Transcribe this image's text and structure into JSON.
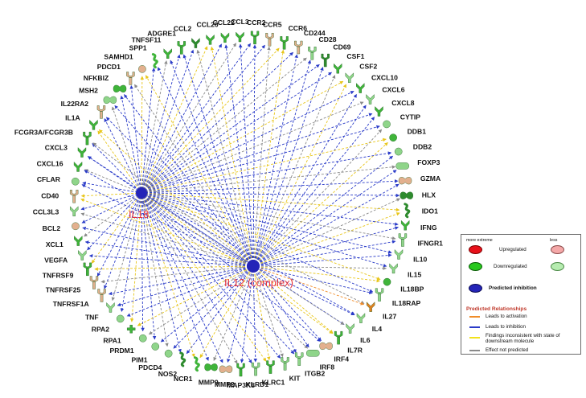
{
  "hubs": {
    "il18": {
      "label": "IL18"
    },
    "il12": {
      "label": "IL12 (complex)",
      "small_label": "IL12"
    }
  },
  "genes": [
    {
      "label": "CCR2",
      "color": "#3fb43a",
      "shape": "receptor"
    },
    {
      "label": "CCR5",
      "color": "#e3b08e",
      "shape": "receptor"
    },
    {
      "label": "CCR6",
      "color": "#3fb43a",
      "shape": "receptor"
    },
    {
      "label": "CD244",
      "color": "#e3b08e",
      "shape": "receptor"
    },
    {
      "label": "CD28",
      "color": "#8fd58a",
      "shape": "receptor"
    },
    {
      "label": "CD69",
      "color": "#2e8b2e",
      "shape": "receptor"
    },
    {
      "label": "CSF1",
      "color": "#3fb43a",
      "shape": "cytokine"
    },
    {
      "label": "CSF2",
      "color": "#8fd58a",
      "shape": "cytokine"
    },
    {
      "label": "CXCL10",
      "color": "#3fb43a",
      "shape": "cytokine"
    },
    {
      "label": "CXCL6",
      "color": "#8fd58a",
      "shape": "cytokine"
    },
    {
      "label": "CXCL8",
      "color": "#3fb43a",
      "shape": "cytokine"
    },
    {
      "label": "CYTIP",
      "color": "#8fd58a",
      "shape": "circle"
    },
    {
      "label": "DDB1",
      "color": "#3fb43a",
      "shape": "circle"
    },
    {
      "label": "DDB2",
      "color": "#8fd58a",
      "shape": "circle"
    },
    {
      "label": "FOXP3",
      "color": "#8fd58a",
      "shape": "rect"
    },
    {
      "label": "GZMA",
      "color": "#e3b08e",
      "shape": "peanut"
    },
    {
      "label": "HLX",
      "color": "#2e8b2e",
      "shape": "peanut"
    },
    {
      "label": "IDO1",
      "color": "#2e8b2e",
      "shape": "helix"
    },
    {
      "label": "IFNG",
      "color": "#3fb43a",
      "shape": "cytokine"
    },
    {
      "label": "IFNGR1",
      "color": "#8fd58a",
      "shape": "receptor"
    },
    {
      "label": "IL10",
      "color": "#8fd58a",
      "shape": "cytokine"
    },
    {
      "label": "IL15",
      "color": "#8fd58a",
      "shape": "cytokine"
    },
    {
      "label": "IL18BP",
      "color": "#3fb43a",
      "shape": "circle"
    },
    {
      "label": "IL18RAP",
      "color": "#8fd58a",
      "shape": "receptor"
    },
    {
      "label": "IL27",
      "color": "#e08020",
      "shape": "cytokine"
    },
    {
      "label": "IL4",
      "color": "#8fd58a",
      "shape": "cytokine"
    },
    {
      "label": "IL6",
      "color": "#8fd58a",
      "shape": "cytokine"
    },
    {
      "label": "IL7R",
      "color": "#3fb43a",
      "shape": "receptor"
    },
    {
      "label": "IRF4",
      "color": "#e3b08e",
      "shape": "peanut"
    },
    {
      "label": "IRF8",
      "color": "#8fd58a",
      "shape": "rect"
    },
    {
      "label": "ITGB2",
      "color": "#8fd58a",
      "shape": "receptor"
    },
    {
      "label": "KIT",
      "color": "#8fd58a",
      "shape": "receptor"
    },
    {
      "label": "KLRC1",
      "color": "#3fb43a",
      "shape": "receptor"
    },
    {
      "label": "KLRD1",
      "color": "#8fd58a",
      "shape": "receptor"
    },
    {
      "label": "MAP3K8",
      "color": "#3fb43a",
      "shape": "receptor"
    },
    {
      "label": "MMP2",
      "color": "#e3b08e",
      "shape": "peanut"
    },
    {
      "label": "MMP9",
      "color": "#3fb43a",
      "shape": "peanut"
    },
    {
      "label": "NCR1",
      "color": "#3fb43a",
      "shape": "helix"
    },
    {
      "label": "NOS2",
      "color": "#2e8b2e",
      "shape": "helix"
    },
    {
      "label": "PDCD4",
      "color": "#8fd58a",
      "shape": "circle"
    },
    {
      "label": "PIM1",
      "color": "#8fd58a",
      "shape": "circle"
    },
    {
      "label": "PRDM1",
      "color": "#8fd58a",
      "shape": "circle"
    },
    {
      "label": "RPA1",
      "color": "#3fb43a",
      "shape": "cross"
    },
    {
      "label": "RPA2",
      "color": "#8fd58a",
      "shape": "circle"
    },
    {
      "label": "TNF",
      "color": "#8fd58a",
      "shape": "cytokine"
    },
    {
      "label": "TNFRSF1A",
      "color": "#e3b08e",
      "shape": "receptor"
    },
    {
      "label": "TNFRSF25",
      "color": "#e3b08e",
      "shape": "receptor"
    },
    {
      "label": "TNFRSF9",
      "color": "#3fb43a",
      "shape": "receptor"
    },
    {
      "label": "VEGFA",
      "color": "#8fd58a",
      "shape": "cytokine"
    },
    {
      "label": "XCL1",
      "color": "#3fb43a",
      "shape": "cytokine"
    },
    {
      "label": "BCL2",
      "color": "#e3b08e",
      "shape": "circle"
    },
    {
      "label": "CCL3L3",
      "color": "#8fd58a",
      "shape": "cytokine"
    },
    {
      "label": "CD40",
      "color": "#e3b08e",
      "shape": "receptor"
    },
    {
      "label": "CFLAR",
      "color": "#8fd58a",
      "shape": "circle"
    },
    {
      "label": "CXCL16",
      "color": "#3fb43a",
      "shape": "cytokine"
    },
    {
      "label": "CXCL3",
      "color": "#3fb43a",
      "shape": "cytokine"
    },
    {
      "label": "FCGR3A/FCGR3B",
      "color": "#3fb43a",
      "shape": "receptor"
    },
    {
      "label": "IL1A",
      "color": "#3fb43a",
      "shape": "cytokine"
    },
    {
      "label": "IL22RA2",
      "color": "#e3b08e",
      "shape": "receptor"
    },
    {
      "label": "MSH2",
      "color": "#8fd58a",
      "shape": "peanut"
    },
    {
      "label": "NFKBIZ",
      "color": "#3fb43a",
      "shape": "peanut"
    },
    {
      "label": "PDCD1",
      "color": "#e3b08e",
      "shape": "receptor"
    },
    {
      "label": "SAMHD1",
      "color": "#e3b08e",
      "shape": "circle"
    },
    {
      "label": "SPP1",
      "color": "#3fb43a",
      "shape": "helix"
    },
    {
      "label": "TNFSF11",
      "color": "#3fb43a",
      "shape": "cytokine"
    },
    {
      "label": "ADGRE1",
      "color": "#3fb43a",
      "shape": "receptor"
    },
    {
      "label": "CCL2",
      "color": "#2e8b2e",
      "shape": "cytokine"
    },
    {
      "label": "CCL20",
      "color": "#3fb43a",
      "shape": "cytokine"
    },
    {
      "label": "CCL22",
      "color": "#3fb43a",
      "shape": "cytokine"
    },
    {
      "label": "CCL3",
      "color": "#3fb43a",
      "shape": "cytokine"
    }
  ],
  "legend": {
    "more_extreme": "more extreme",
    "less": "less",
    "upregulated": "Upregulated",
    "downregulated": "Downregulated",
    "predicted_inhibition": "Predicted inhibition",
    "relationships_title": "Predicted Relationships",
    "items": [
      {
        "label": "Leads to activation",
        "color": "#f08c2a"
      },
      {
        "label": "Leads to inhibition",
        "color": "#2a3bc8"
      },
      {
        "label": "Findings inconsistent with state of downstream molecule",
        "color": "#f2e21b"
      },
      {
        "label": "Effect not predicted",
        "color": "#8a8a8a"
      }
    ],
    "colors": {
      "up_extreme": "#e8101a",
      "up_less": "#f4a8a8",
      "down_extreme": "#28c81e",
      "down_less": "#b6ecb0",
      "inhibition": "#2424b8"
    }
  }
}
